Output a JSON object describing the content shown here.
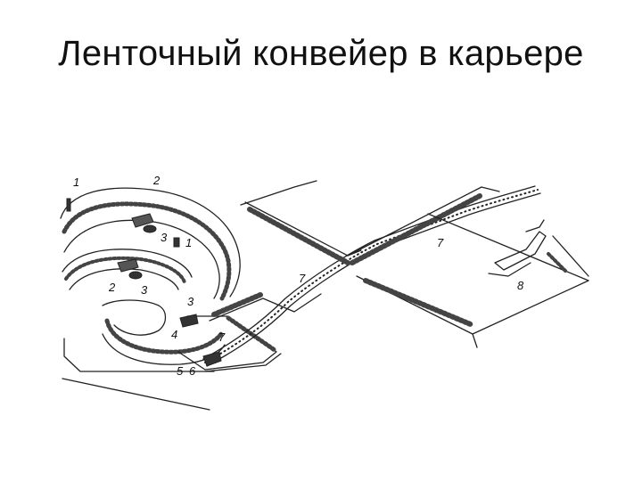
{
  "slide": {
    "title": "Ленточный конвейер  в  карьере"
  },
  "diagram": {
    "labels": {
      "l1a": "1",
      "l2a": "2",
      "l3a": "3",
      "l1b": "1",
      "l2b": "2",
      "l3b": "3",
      "l3c": "3",
      "l4": "4",
      "l7a": "7",
      "l5": "5",
      "l6": "6",
      "l7b": "7",
      "l7c": "7",
      "l8": "8"
    }
  }
}
